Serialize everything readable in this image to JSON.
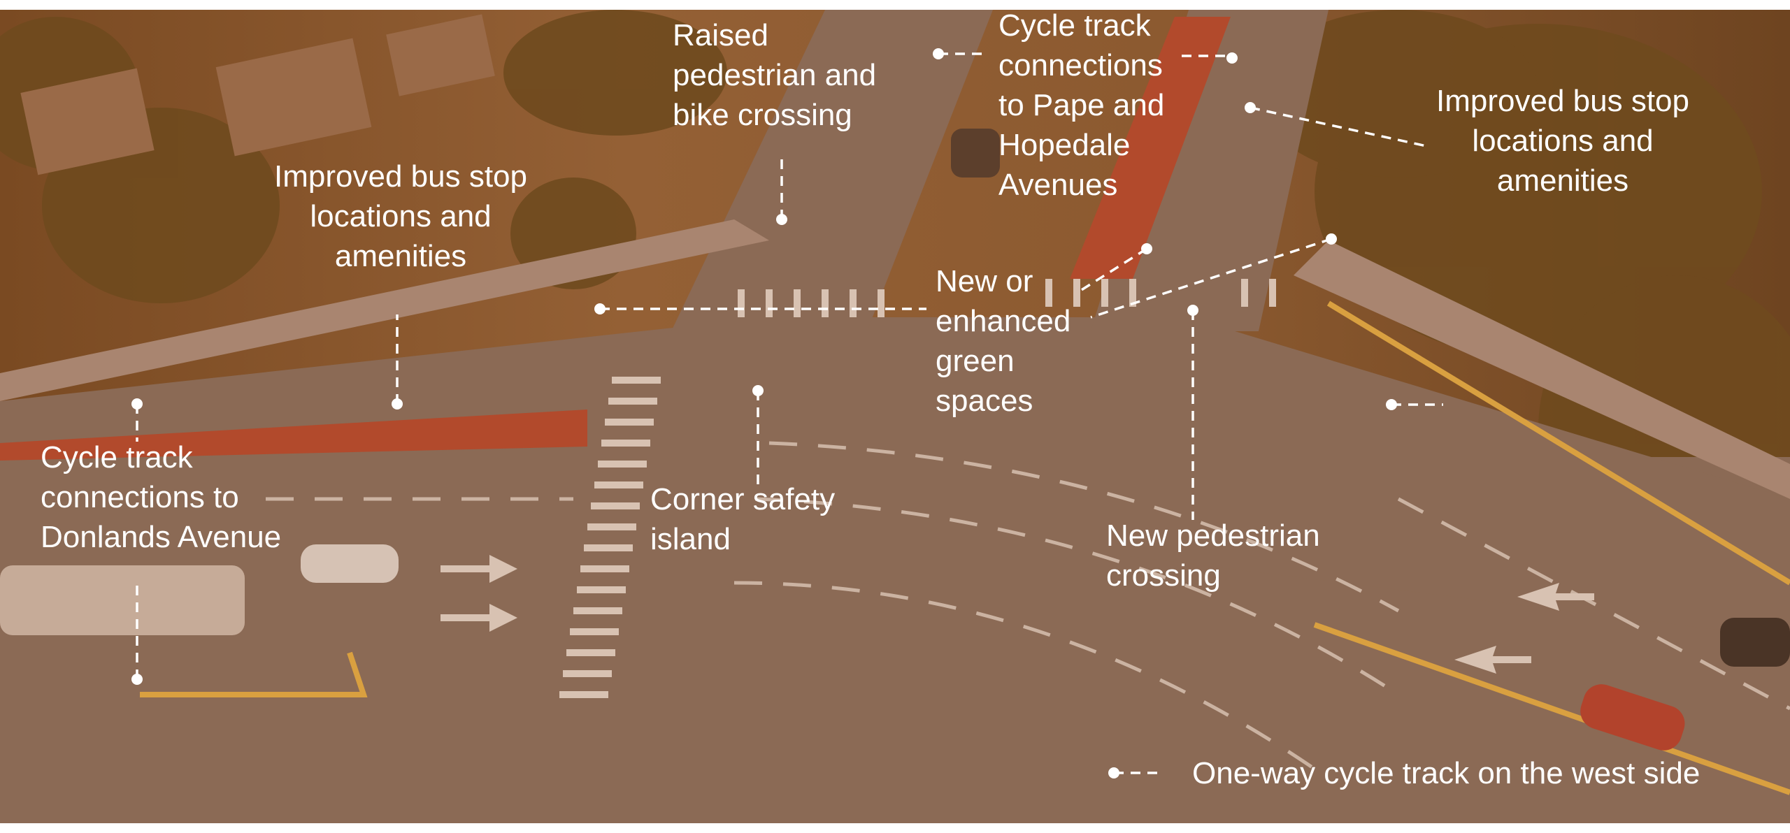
{
  "annotations": {
    "raised_crossing": "Raised\npedestrian and\nbike crossing",
    "cycle_track_pape": "Cycle track\nconnections\nto Pape and\nHopedale\nAvenues",
    "bus_stop_right": "Improved bus stop\nlocations and\namenities",
    "bus_stop_left": "Improved bus stop\nlocations and\namenities",
    "green_spaces": "New or\nenhanced\ngreen\nspaces",
    "cycle_track_donlands": "Cycle track\nconnections to\nDonlands Avenue",
    "corner_island": "Corner safety\nisland",
    "ped_crossing": "New pedestrian\ncrossing",
    "legend_one_way": "One-way cycle track on the west side"
  },
  "colors": {
    "overlay": "#8f5b30",
    "cycle_track": "#b94a2e",
    "road": "#8a6a52",
    "trees": "#6b4a1f",
    "annotation": "#ffffff"
  }
}
